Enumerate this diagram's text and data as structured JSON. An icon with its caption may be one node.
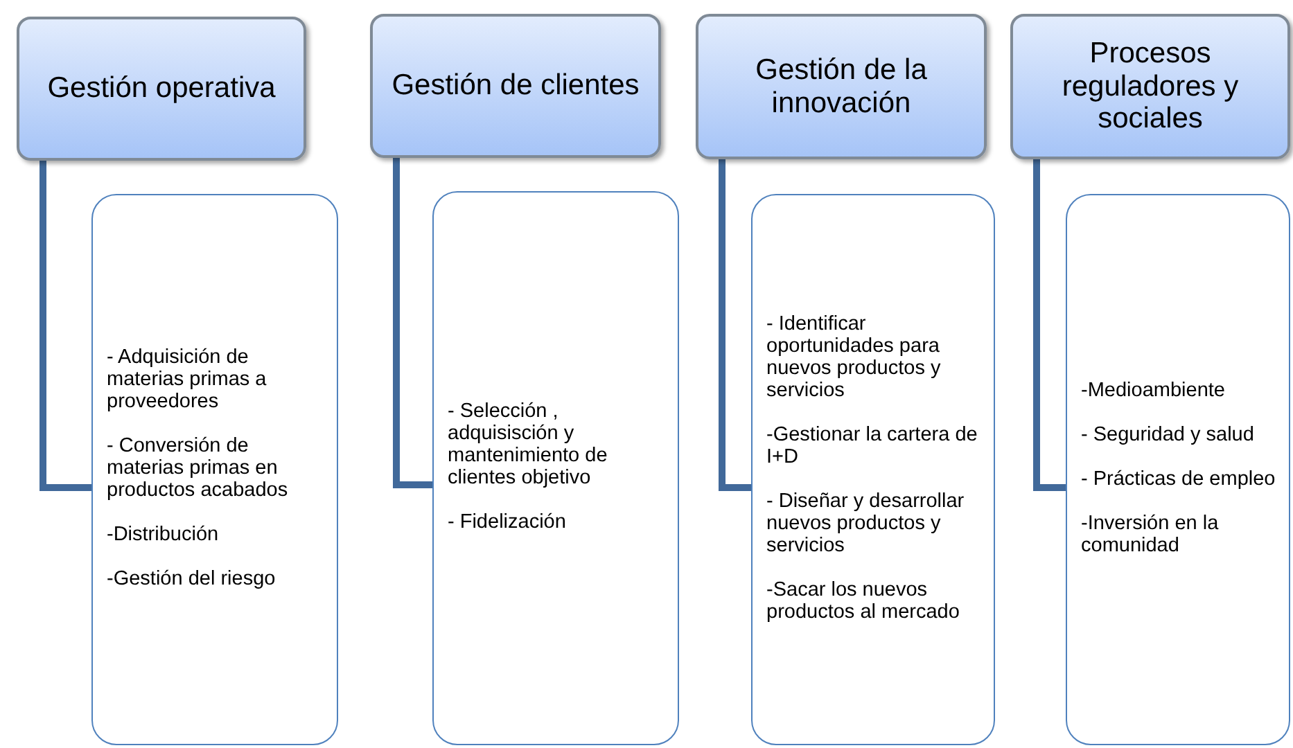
{
  "diagram": {
    "nodes": [
      {
        "text": [
          "Gestión operativa"
        ]
      },
      {
        "text": [
          "- Adquisición de materias primas a proveedores",
          "- Conversión de materias primas en productos acabados",
          "-Distribución",
          "-Gestión del riesgo"
        ]
      },
      {
        "text": [
          "Gestión de clientes"
        ]
      },
      {
        "text": [
          "- Selección , adquisisción y mantenimiento de clientes objetivo",
          "- Fidelización"
        ]
      },
      {
        "text": [
          "Gestión de la innovación"
        ]
      },
      {
        "text": [
          "- Identificar oportunidades para nuevos productos y servicios",
          "-Gestionar la cartera de I+D",
          "- Diseñar y desarrollar nuevos productos y servicios",
          "-Sacar los nuevos productos al mercado"
        ]
      },
      {
        "text": [
          "Procesos reguladores y sociales"
        ]
      },
      {
        "text": [
          "-Medioambiente",
          "- Seguridad y salud",
          "- Prácticas de empleo",
          "-Inversión en la comunidad"
        ]
      }
    ],
    "edges": [
      {
        "from": 0,
        "to": 1,
        "arrow": "none"
      },
      {
        "from": 2,
        "to": 3,
        "arrow": "none"
      },
      {
        "from": 4,
        "to": 5,
        "arrow": "none"
      },
      {
        "from": 6,
        "to": 7,
        "arrow": "none"
      }
    ]
  }
}
